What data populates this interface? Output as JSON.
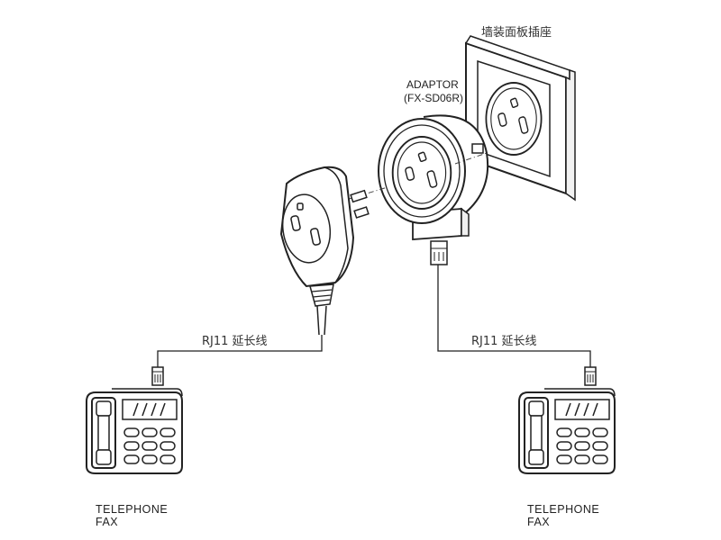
{
  "labels": {
    "wall_socket": "墙装面板插座",
    "adaptor_name": "ADAPTOR",
    "adaptor_model": "(FX-SD06R)",
    "cable_left": "RJ11 延长线",
    "cable_right": "RJ11 延长线",
    "device_left_line1": "TELEPHONE",
    "device_left_line2": "FAX",
    "device_right_line1": "TELEPHONE",
    "device_right_line2": "FAX"
  }
}
